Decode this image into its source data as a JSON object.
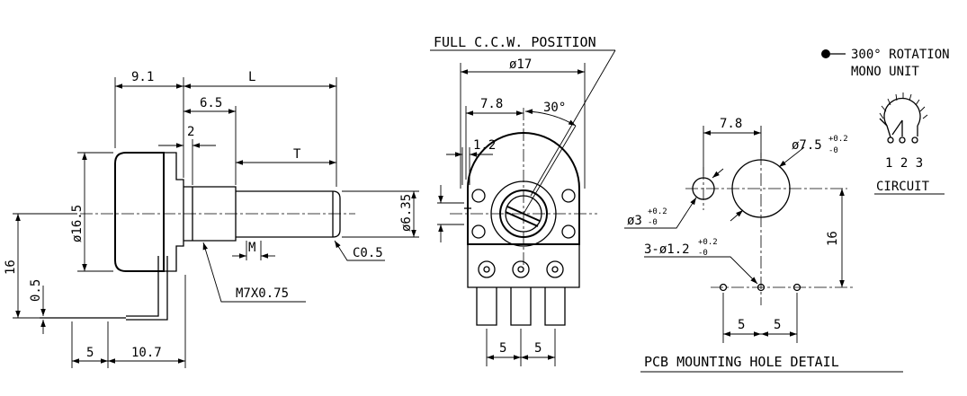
{
  "side_view": {
    "dim_9_1": "9.1",
    "dim_L": "L",
    "dim_6_5": "6.5",
    "dim_2": "2",
    "dim_T": "T",
    "dim_16_5": "ø16.5",
    "dim_6_35": "ø6.35",
    "dim_M": "M",
    "dim_C0_5": "C0.5",
    "dim_M7": "M7X0.75",
    "dim_16": "16",
    "dim_0_5": "0.5",
    "dim_5": "5",
    "dim_10_7": "10.7"
  },
  "front_view": {
    "title": "FULL C.C.W. POSITION",
    "dim_17": "ø17",
    "dim_7_8": "7.8",
    "dim_30": "30°",
    "dim_1_2": "1.2",
    "dim_5a": "5",
    "dim_5b": "5"
  },
  "pcb_detail": {
    "dim_7_8": "7.8",
    "dim_7_5": "ø7.5",
    "dim_7_5_tol_plus": "+0.2",
    "dim_7_5_tol_minus": "-0",
    "dim_3": "ø3",
    "dim_3_tol_plus": "+0.2",
    "dim_3_tol_minus": "-0",
    "dim_1_2": "3-ø1.2",
    "dim_1_2_tol_plus": "+0.2",
    "dim_1_2_tol_minus": "-0",
    "dim_16": "16",
    "dim_5a": "5",
    "dim_5b": "5",
    "title": "PCB MOUNTING HOLE DETAIL"
  },
  "legend": {
    "line1": "300° ROTATION",
    "line2": "MONO UNIT",
    "pins": "1 2 3",
    "circuit": "CIRCUIT"
  }
}
